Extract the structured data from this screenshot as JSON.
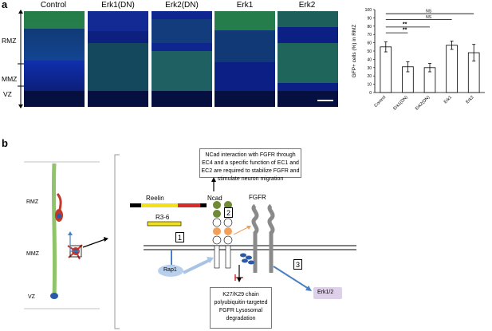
{
  "panel_a": {
    "label": "a",
    "columns": [
      "Control",
      "Erk1(DN)",
      "Erk2(DN)",
      "Erk1",
      "Erk2"
    ],
    "zones": {
      "rmz": "RMZ",
      "mmz": "MMZ",
      "vz": "VZ"
    }
  },
  "chart_data": {
    "type": "bar",
    "categories": [
      "Control",
      "Erk1(DN)",
      "Erk2(DN)",
      "Erk1",
      "Erk2"
    ],
    "values": [
      55,
      31,
      30,
      57,
      48
    ],
    "errors": [
      6,
      6,
      5,
      5,
      10
    ],
    "ylabel": "GFP+ cells (%) in RMZ",
    "ylim": [
      0,
      100
    ],
    "yticks": [
      0,
      10,
      20,
      30,
      40,
      50,
      60,
      70,
      80,
      90,
      100
    ],
    "significance": [
      "**",
      "**",
      "NS",
      "NS"
    ]
  },
  "panel_b": {
    "label": "b",
    "zones": {
      "rmz": "RMZ",
      "mmz": "MMZ",
      "vz": "VZ"
    },
    "top_box": "NCad interaction with FGFR through EC4 and a specific function of EC1 and EC2 are required to stabilize FGFR and stimulate neuron migration",
    "bottom_box": "K27/K29 chain polyubiquitin-targeted FGFR Lysosomal degradation",
    "reelin": "Reelin",
    "r36": "R3-6",
    "ncad": "Ncad",
    "fgfr": "FGFR",
    "rap1": "Rap1",
    "erk": "Erk1/2",
    "steps": [
      "1",
      "2",
      "3"
    ]
  }
}
